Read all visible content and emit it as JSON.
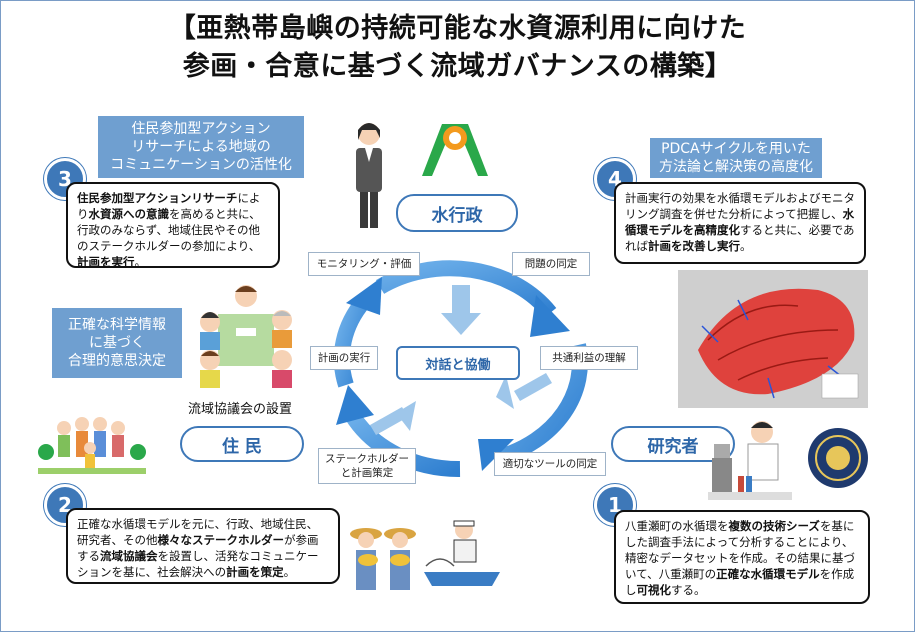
{
  "title": {
    "line1": "【亜熱帯島嶼の持続可能な水資源利用に向けた",
    "line2": "参画・合意に基づく流域ガバナンスの構築】"
  },
  "nodes": {
    "gov": "水行政",
    "residents": "住 民",
    "researchers": "研究者",
    "center": "対話と協働"
  },
  "cycle_tags": {
    "monitoring": "モニタリング・評価",
    "problem": "問題の同定",
    "shared": "共通利益の理解",
    "tools": "適切なツールの同定",
    "stakeholder_l1": "ステークホルダー",
    "stakeholder_l2": "と計画策定",
    "plan": "計画の実行"
  },
  "headers": {
    "h3_l1": "住民参加型アクション",
    "h3_l2": "リサーチによる地域の",
    "h3_l3": "コミュニケーションの活性化",
    "h4_l1": "PDCAサイクルを用いた",
    "h4_l2": "方法論と解決策の高度化",
    "hsci_l1": "正確な科学情報",
    "hsci_l2": "に基づく",
    "hsci_l3": "合理的意思決定"
  },
  "numbers": {
    "n1": "1",
    "n2": "2",
    "n3": "3",
    "n4": "4"
  },
  "box1": {
    "a": "八重瀬町の水循環を",
    "b": "複数の技術シーズ",
    "c": "を基にした調査手法によって分析することにより、精密なデータセットを作成。その結果に基づいて、八重瀬町の",
    "d": "正確な水循環モデル",
    "e": "を作成し",
    "f": "可視化",
    "g": "する。"
  },
  "box2": {
    "a": "正確な水循環モデルを元に、行政、地域住民、研究者、その他",
    "b": "様々なステークホルダー",
    "c": "が参画する",
    "d": "流域協議会",
    "e": "を設置し、活発なコミュニケーションを基に、社会解決への",
    "f": "計画を策定",
    "g": "。"
  },
  "box3": {
    "a": "住民参加型アクションリサーチ",
    "b": "により",
    "c": "水資源への意識",
    "d": "を高めると共に、行政のみならず、地域住民やその他のステークホルダーの参加により、",
    "e": "計画を実行",
    "f": "。"
  },
  "box4": {
    "a": "計画実行の効果を水循環モデルおよびモニタリング調査を併せた分析によって把握し、",
    "b": "水循環モデルを高精度化",
    "c": "すると共に、必要であれば",
    "d": "計画を改善し実行",
    "e": "。"
  },
  "council_caption": "流域協議会の設置",
  "colors": {
    "accent": "#3e78b8",
    "header_blue": "#6f9fd0",
    "arrow": "#4a90d9",
    "frame": "#7a9cc6"
  }
}
